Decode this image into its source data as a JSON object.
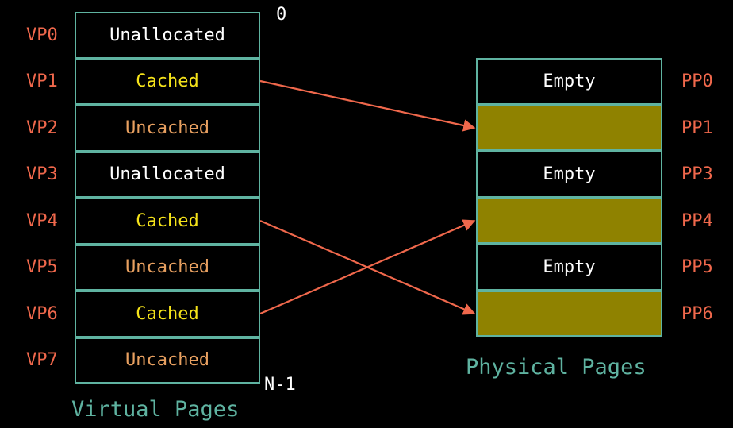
{
  "virtual": {
    "caption": "Virtual Pages",
    "top_index": "0",
    "bottom_index": "N-1",
    "rows": [
      {
        "label": "VP0",
        "state": "Unallocated",
        "color": "#ffffff"
      },
      {
        "label": "VP1",
        "state": "Cached",
        "color": "#f5e31a"
      },
      {
        "label": "VP2",
        "state": "Uncached",
        "color": "#e8a060"
      },
      {
        "label": "VP3",
        "state": "Unallocated",
        "color": "#ffffff"
      },
      {
        "label": "VP4",
        "state": "Cached",
        "color": "#f5e31a"
      },
      {
        "label": "VP5",
        "state": "Uncached",
        "color": "#e8a060"
      },
      {
        "label": "VP6",
        "state": "Cached",
        "color": "#f5e31a"
      },
      {
        "label": "VP7",
        "state": "Uncached",
        "color": "#e8a060"
      }
    ]
  },
  "physical": {
    "caption": "Physical Pages",
    "rows": [
      {
        "label": "PP0",
        "text": "Empty",
        "filled": false
      },
      {
        "label": "PP1",
        "text": "",
        "filled": true
      },
      {
        "label": "PP3",
        "text": "Empty",
        "filled": false
      },
      {
        "label": "PP4",
        "text": "",
        "filled": true
      },
      {
        "label": "PP5",
        "text": "Empty",
        "filled": false
      },
      {
        "label": "PP6",
        "text": "",
        "filled": true
      }
    ]
  },
  "mappings": [
    {
      "from": "VP1",
      "to": "PP1"
    },
    {
      "from": "VP4",
      "to": "PP6"
    },
    {
      "from": "VP6",
      "to": "PP4"
    }
  ],
  "colors": {
    "border": "#5fb3a1",
    "label": "#f0684c",
    "arrow": "#f0684c",
    "filled": "#8f8200"
  }
}
